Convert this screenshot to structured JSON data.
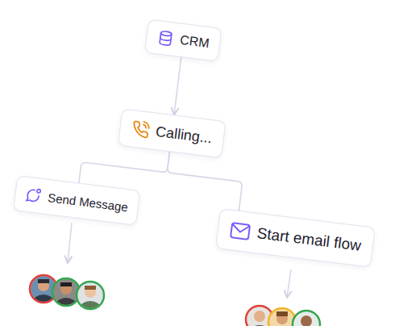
{
  "diagram": {
    "nodes": [
      {
        "text": [
          "CRM"
        ]
      },
      {
        "text": [
          "Calling..."
        ]
      },
      {
        "text": [
          "Send Message"
        ]
      },
      {
        "text": [
          "Start email flow"
        ]
      }
    ],
    "edges": [
      {
        "from": 0,
        "to": 1,
        "arrow": "to"
      },
      {
        "from": 1,
        "to": 2,
        "arrow": "none"
      },
      {
        "from": 1,
        "to": 3,
        "arrow": "none"
      }
    ]
  }
}
